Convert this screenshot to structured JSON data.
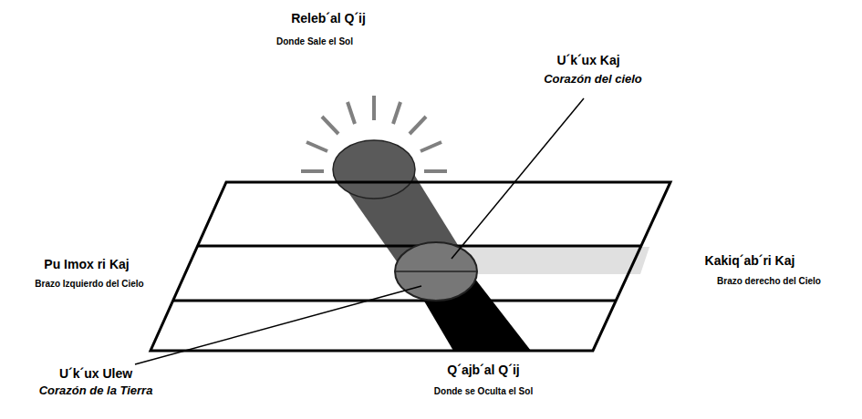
{
  "diagram": {
    "labels": [
      "Releb´al Q´ij",
      "Donde Sale el Sol",
      "U´k´ux Kaj",
      "Corazón del cielo",
      "Pu Imox ri Kaj",
      "Brazo Izquierdo del Cielo",
      "Kakiq´ab´ri Kaj",
      "Brazo derecho del Cielo",
      "U´k´ux Ulew",
      "Corazón de la Tierra",
      "Q´ajb´al Q´ij",
      "Donde se Oculta el Sol"
    ]
  }
}
